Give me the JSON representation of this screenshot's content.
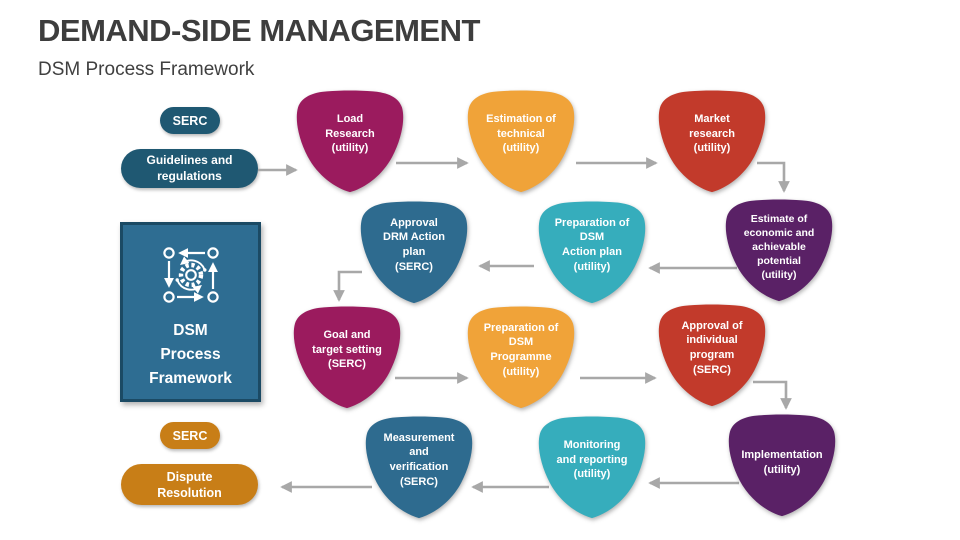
{
  "slide": {
    "title": "DEMAND-SIDE MANAGEMENT",
    "subtitle": "DSM Process Framework"
  },
  "palette": {
    "magenta": "#9b1b5e",
    "orange": "#f0a339",
    "red": "#c23a2b",
    "purple": "#5a2166",
    "steel_blue": "#2e6b8f",
    "teal": "#36adbc",
    "pill_dark_teal": "#1f5872",
    "pill_orange": "#c87e17",
    "framework_box_fill": "#2e6d92",
    "framework_box_border": "#1b4a64",
    "arrow_gray": "#a8a8a8",
    "title_gray": "#3d3d3d",
    "node_text": "#ffffff"
  },
  "left_panel": {
    "serc_top": "SERC",
    "guidelines": "Guidelines and\nregulations",
    "framework_box": "DSM\nProcess\nFramework",
    "serc_bottom": "SERC",
    "dispute": "Dispute\nResolution"
  },
  "nodes": [
    {
      "id": "load-research",
      "label": "Load\nResearch\n(utility)",
      "color": "#9b1b5e"
    },
    {
      "id": "estimation-technical",
      "label": "Estimation of\ntechnical\n(utility)",
      "color": "#f0a339"
    },
    {
      "id": "market-research",
      "label": "Market\nresearch\n(utility)",
      "color": "#c23a2b"
    },
    {
      "id": "estimate-economic",
      "label": "Estimate of\neconomic and\nachievable\npotential\n(utility)",
      "color": "#5a2166"
    },
    {
      "id": "approval-drm-action-plan",
      "label": "Approval\nDRM Action\nplan\n(SERC)",
      "color": "#2e6b8f"
    },
    {
      "id": "preparation-dsm-action-plan",
      "label": "Preparation of\nDSM\nAction plan\n(utility)",
      "color": "#36adbc"
    },
    {
      "id": "goal-target-setting",
      "label": "Goal and\ntarget setting\n(SERC)",
      "color": "#9b1b5e"
    },
    {
      "id": "preparation-dsm-programme",
      "label": "Preparation of\nDSM\nProgramme\n(utility)",
      "color": "#f0a339"
    },
    {
      "id": "approval-individual-program",
      "label": "Approval of\nindividual\nprogram\n(SERC)",
      "color": "#c23a2b"
    },
    {
      "id": "implementation",
      "label": "Implementation\n(utility)",
      "color": "#5a2166"
    },
    {
      "id": "measurement-verification",
      "label": "Measurement\nand\nverification\n(SERC)",
      "color": "#2e6b8f"
    },
    {
      "id": "monitoring-reporting",
      "label": "Monitoring\nand reporting\n(utility)",
      "color": "#36adbc"
    }
  ]
}
